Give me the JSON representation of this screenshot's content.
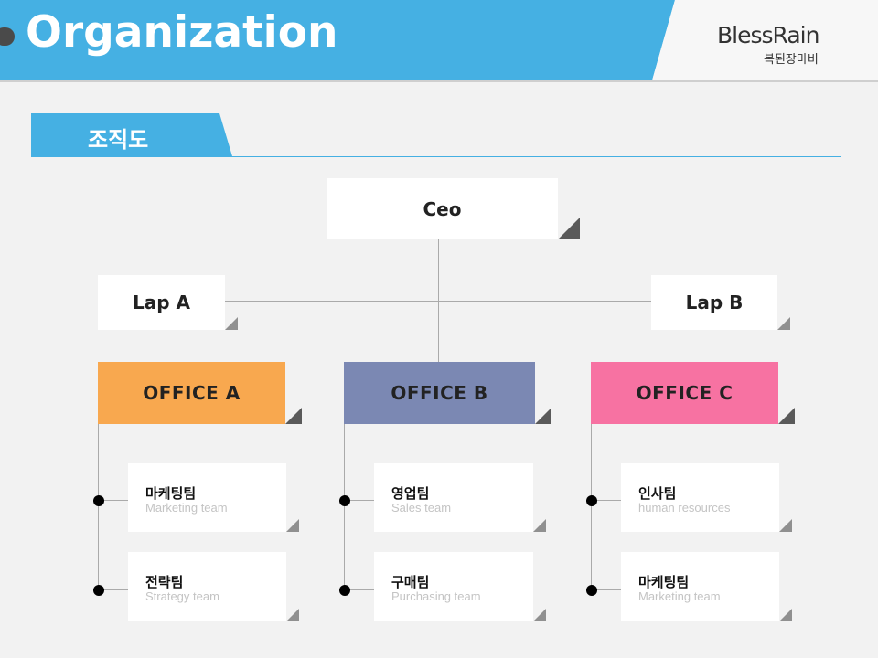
{
  "header": {
    "title": "Organization",
    "brand_name": "BlessRain",
    "brand_sub": "복된장마비"
  },
  "section": {
    "label": "조직도"
  },
  "org": {
    "ceo": "Ceo",
    "lap_a": "Lap A",
    "lap_b": "Lap B",
    "offices": [
      {
        "name": "OFFICE A",
        "color": "#f8a84f",
        "teams": [
          {
            "kr": "마케팅팀",
            "en": "Marketing team"
          },
          {
            "kr": "전략팀",
            "en": "Strategy team"
          }
        ]
      },
      {
        "name": "OFFICE B",
        "color": "#7b88b3",
        "teams": [
          {
            "kr": "영업팀",
            "en": "Sales team"
          },
          {
            "kr": "구매팀",
            "en": "Purchasing team"
          }
        ]
      },
      {
        "name": "OFFICE C",
        "color": "#f772a2",
        "teams": [
          {
            "kr": "인사팀",
            "en": "human resources"
          },
          {
            "kr": "마케팅팀",
            "en": "Marketing team"
          }
        ]
      }
    ]
  },
  "colors": {
    "accent": "#45b0e3",
    "background": "#f2f2f2",
    "shadow_triangle": "#5a5a5a"
  }
}
